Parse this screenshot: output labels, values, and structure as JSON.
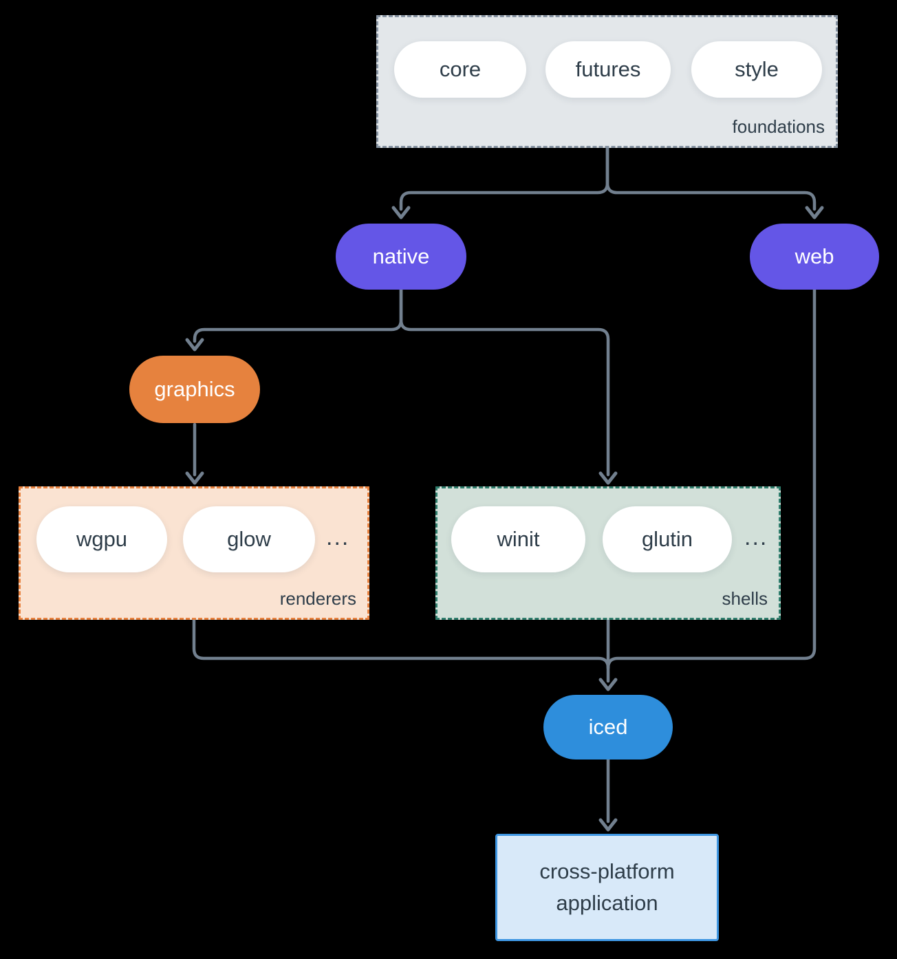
{
  "foundations": {
    "label": "foundations",
    "items": {
      "core": "core",
      "futures": "futures",
      "style": "style"
    }
  },
  "nodes": {
    "native": "native",
    "web": "web",
    "graphics": "graphics",
    "iced": "iced"
  },
  "renderers": {
    "label": "renderers",
    "items": {
      "wgpu": "wgpu",
      "glow": "glow"
    },
    "ellipsis": "..."
  },
  "shells": {
    "label": "shells",
    "items": {
      "winit": "winit",
      "glutin": "glutin"
    },
    "ellipsis": "..."
  },
  "application": {
    "label": "cross-platform application"
  },
  "colors": {
    "background": "#000000",
    "connector": "#72808F",
    "node_purple": "#6456E7",
    "node_orange": "#E6823E",
    "node_blue": "#2E8EDC",
    "foundations_bg": "#E3E7EA",
    "foundations_border": "#8794A3",
    "renderers_bg": "#FAE3D2",
    "renderers_border": "#E8823F",
    "shells_bg": "#D2E0D9",
    "shells_border": "#2F7D6C",
    "application_bg": "#D8E9F9",
    "application_border": "#3E96E2",
    "text_dark": "#2E3D49",
    "text_light": "#FFFFFF"
  }
}
